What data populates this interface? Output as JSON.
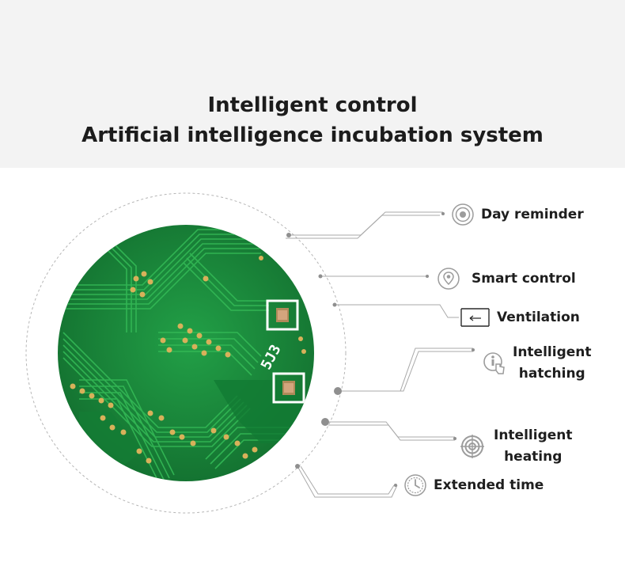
{
  "heading": {
    "line1": "Intelligent control",
    "line2": "Artificial intelligence incubation system"
  },
  "pcb": {
    "marking": "5J3"
  },
  "features": [
    {
      "label": "Day reminder",
      "icon": "target-rings-icon"
    },
    {
      "label": "Smart control",
      "icon": "location-pin-icon"
    },
    {
      "label": "Ventilation",
      "icon": "vent-frame-icon"
    },
    {
      "label": "Intelligent\nhatching",
      "icon": "touch-info-icon"
    },
    {
      "label": "Intelligent\nheating",
      "icon": "heat-target-icon"
    },
    {
      "label": "Extended time",
      "icon": "clock-icon"
    }
  ],
  "colors": {
    "band": "#f3f3f3",
    "text": "#1e1e1e",
    "line": "#a9a9a9",
    "pcb_green": "#1a8a3c",
    "pcb_trace": "#2fb24f",
    "pad_gold": "#d8b15a"
  }
}
